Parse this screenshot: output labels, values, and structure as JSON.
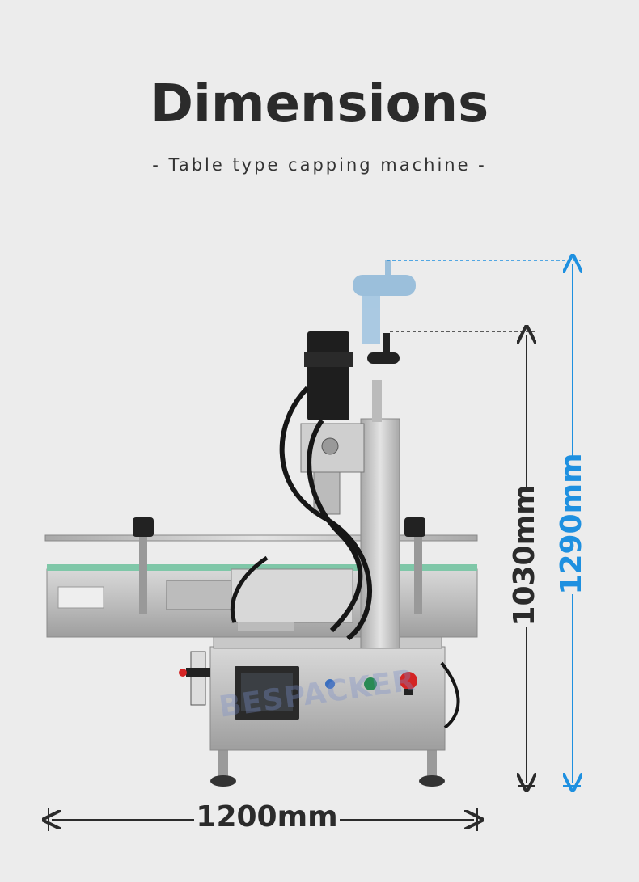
{
  "header": {
    "title": "Dimensions",
    "subtitle": "- Table type capping machine -"
  },
  "dimensions": {
    "width": "1200mm",
    "height_machine": "1030mm",
    "height_total": "1290mm"
  },
  "machine": {
    "watermark": "BESPACKER"
  },
  "colors": {
    "background": "#ececec",
    "text": "#2b2b2b",
    "accent_blue": "#1e90e0"
  }
}
